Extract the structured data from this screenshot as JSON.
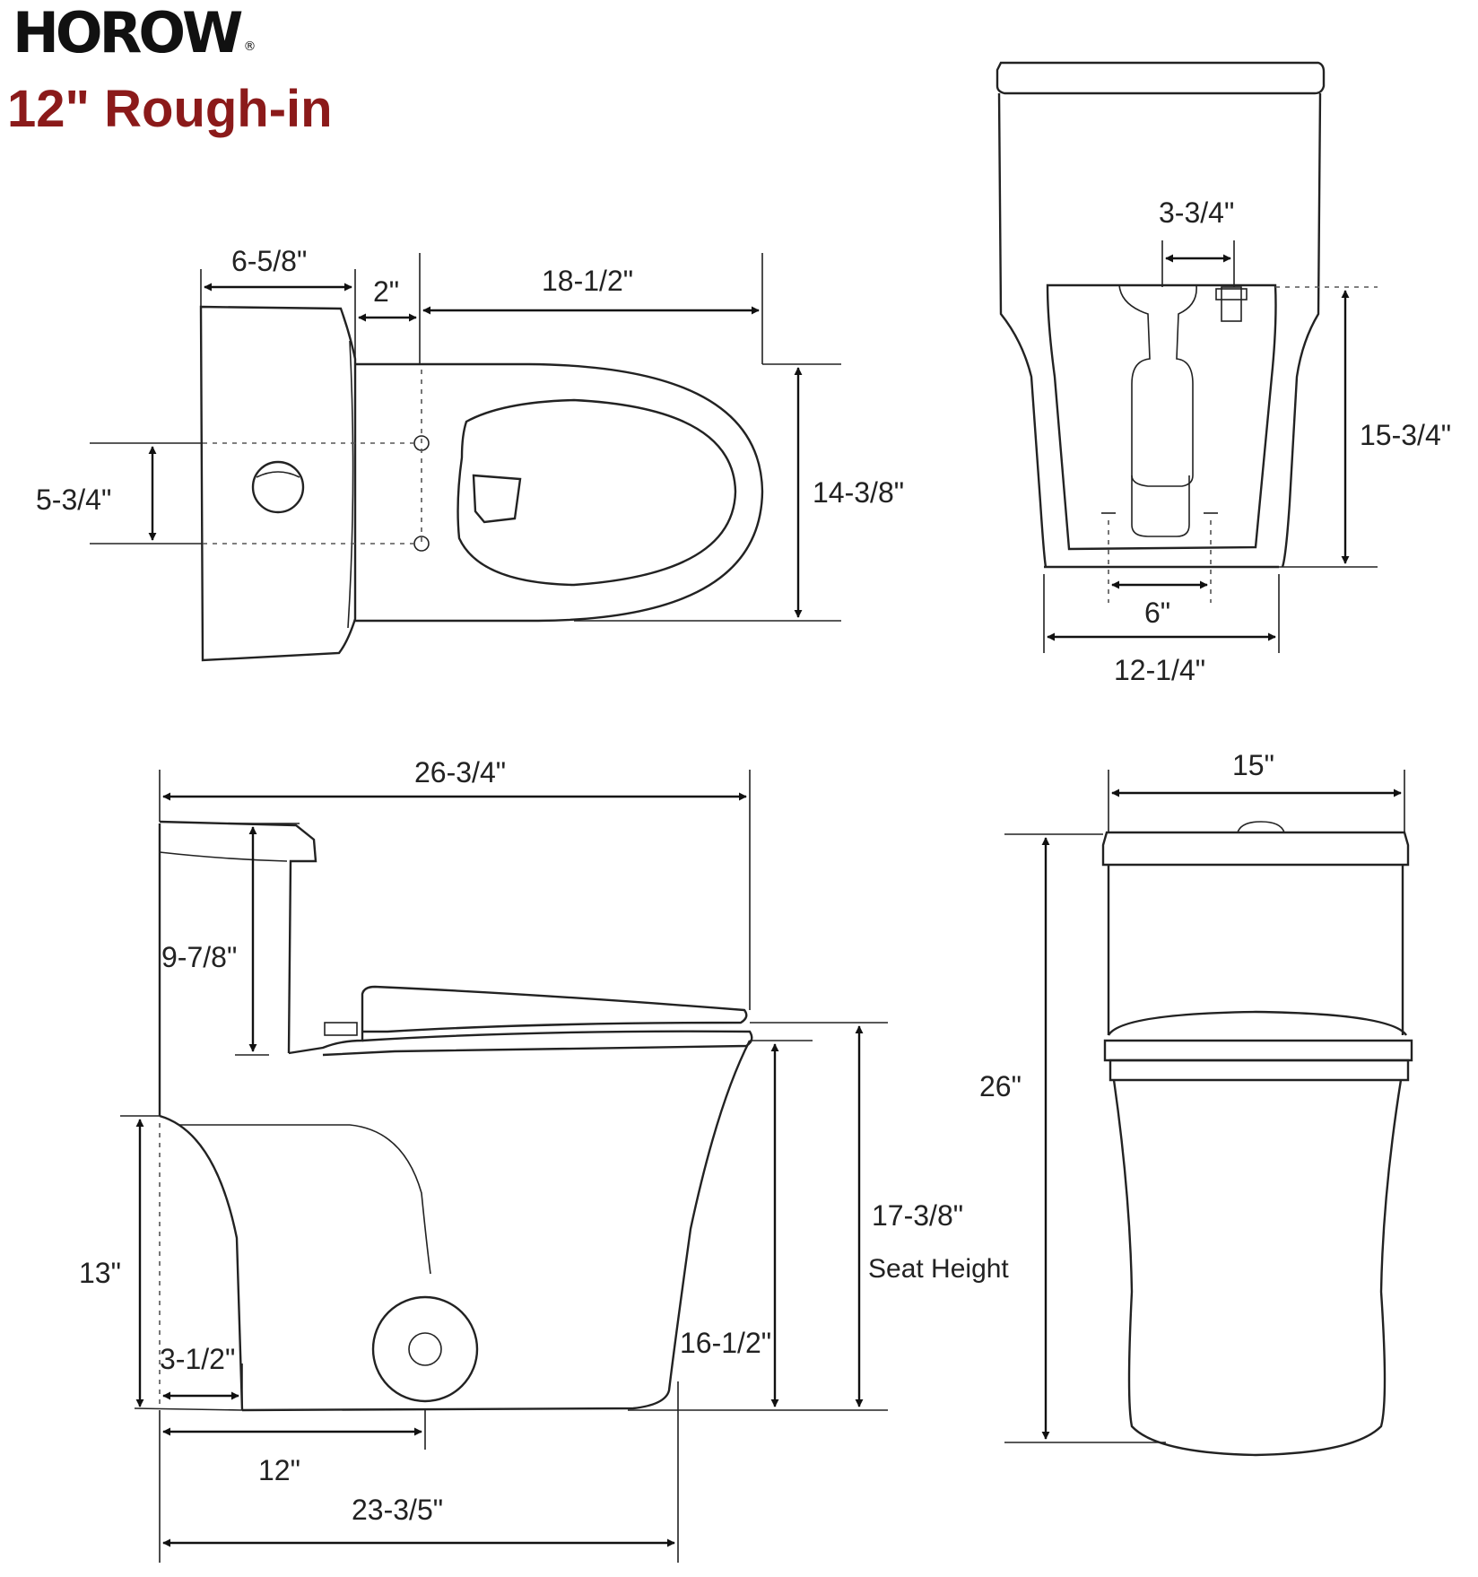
{
  "header": {
    "brand": "HOROW",
    "brand_mark": "®",
    "subtitle": "12\" Rough-in"
  },
  "top_view": {
    "dim_tank_depth": "6-5/8\"",
    "dim_gap": "2\"",
    "dim_bowl_length": "18-1/2\"",
    "dim_bolt_spacing": "5-3/4\"",
    "dim_bowl_width": "14-3/8\""
  },
  "rear_view": {
    "dim_supply_offset": "3-3/4\"",
    "dim_base_height": "15-3/4\"",
    "dim_bolt_width": "6\"",
    "dim_base_width": "12-1/4\""
  },
  "side_view": {
    "dim_overall_length": "26-3/4\"",
    "dim_tank_height": "9-7/8\"",
    "dim_supply_height": "13\"",
    "dim_base_offset": "3-1/2\"",
    "dim_rough_in": "12\"",
    "dim_base_length": "23-3/5\"",
    "dim_bowl_height": "16-1/2\"",
    "dim_seat_height": "17-3/8\"",
    "seat_height_label": "Seat Height"
  },
  "front_view": {
    "dim_width": "15\"",
    "dim_overall_height": "26\""
  }
}
